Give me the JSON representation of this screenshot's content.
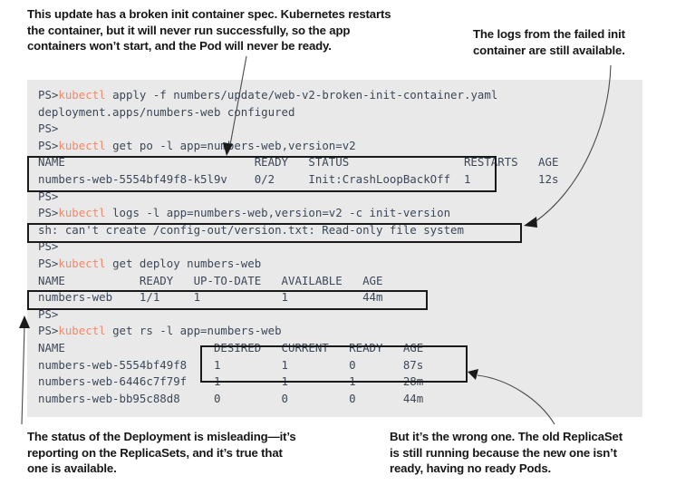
{
  "annotations": {
    "top_left": "This update has a broken init container spec. Kubernetes restarts\nthe container, but it will never run successfully, so the app\ncontainers won’t start, and the Pod will never be ready.",
    "top_right": "The logs from the failed init\ncontainer are still available.",
    "bottom_left": "The status of the Deployment is misleading—it’s\nreporting on the ReplicaSets, and it’s true that\none is available.",
    "bottom_right": "But it’s the wrong one. The old ReplicaSet\nis still running because the new one isn’t\nready, having no ready Pods."
  },
  "colors": {
    "terminal_background": "#e9e9e9",
    "terminal_text": "#3c4858",
    "command_keyword": "#f08a6c",
    "highlight_border": "#1a1a1a",
    "leader_line": "#4a4a4a"
  },
  "terminal": {
    "prompt": "PS>",
    "command_name": "kubectl",
    "lines": [
      {
        "type": "command",
        "prompt": "PS>",
        "kw": "kubectl",
        "rest": " apply -f numbers/update/web-v2-broken-init-container.yaml"
      },
      {
        "type": "output",
        "text": "deployment.apps/numbers-web configured"
      },
      {
        "type": "output",
        "text": "PS>"
      },
      {
        "type": "command",
        "prompt": "PS>",
        "kw": "kubectl",
        "rest": " get po -l app=numbers-web,version=v2"
      },
      {
        "type": "output",
        "text": "NAME                            READY   STATUS                 RESTARTS   AGE"
      },
      {
        "type": "output",
        "text": "numbers-web-5554bf49f8-k5l9v    0/2     Init:CrashLoopBackOff  1          12s"
      },
      {
        "type": "output",
        "text": "PS>"
      },
      {
        "type": "command",
        "prompt": "PS>",
        "kw": "kubectl",
        "rest": " logs -l app=numbers-web,version=v2 -c init-version"
      },
      {
        "type": "output",
        "text": "sh: can't create /config-out/version.txt: Read-only file system"
      },
      {
        "type": "output",
        "text": "PS>"
      },
      {
        "type": "command",
        "prompt": "PS>",
        "kw": "kubectl",
        "rest": " get deploy numbers-web"
      },
      {
        "type": "output",
        "text": "NAME           READY   UP-TO-DATE   AVAILABLE   AGE"
      },
      {
        "type": "output",
        "text": "numbers-web    1/1     1            1           44m"
      },
      {
        "type": "output",
        "text": "PS>"
      },
      {
        "type": "command",
        "prompt": "PS>",
        "kw": "kubectl",
        "rest": " get rs -l app=numbers-web"
      },
      {
        "type": "output",
        "text": "NAME                      DESIRED   CURRENT   READY   AGE"
      },
      {
        "type": "output",
        "text": "numbers-web-5554bf49f8    1         1         0       87s"
      },
      {
        "type": "output",
        "text": "numbers-web-6446c7f79f    1         1         1       28m"
      },
      {
        "type": "output",
        "text": "numbers-web-bb95c88d8     0         0         0       44m"
      }
    ],
    "tables": {
      "pods": {
        "headers": [
          "NAME",
          "READY",
          "STATUS",
          "RESTARTS",
          "AGE"
        ],
        "rows": [
          [
            "numbers-web-5554bf49f8-k5l9v",
            "0/2",
            "Init:CrashLoopBackOff",
            "1",
            "12s"
          ]
        ]
      },
      "deployment": {
        "headers": [
          "NAME",
          "READY",
          "UP-TO-DATE",
          "AVAILABLE",
          "AGE"
        ],
        "rows": [
          [
            "numbers-web",
            "1/1",
            "1",
            "1",
            "44m"
          ]
        ]
      },
      "replicasets": {
        "headers": [
          "NAME",
          "DESIRED",
          "CURRENT",
          "READY",
          "AGE"
        ],
        "rows": [
          [
            "numbers-web-5554bf49f8",
            "1",
            "1",
            "0",
            "87s"
          ],
          [
            "numbers-web-6446c7f79f",
            "1",
            "1",
            "1",
            "28m"
          ],
          [
            "numbers-web-bb95c88d8",
            "0",
            "0",
            "0",
            "44m"
          ]
        ]
      },
      "logs_output": "sh: can't create /config-out/version.txt: Read-only file system"
    }
  }
}
